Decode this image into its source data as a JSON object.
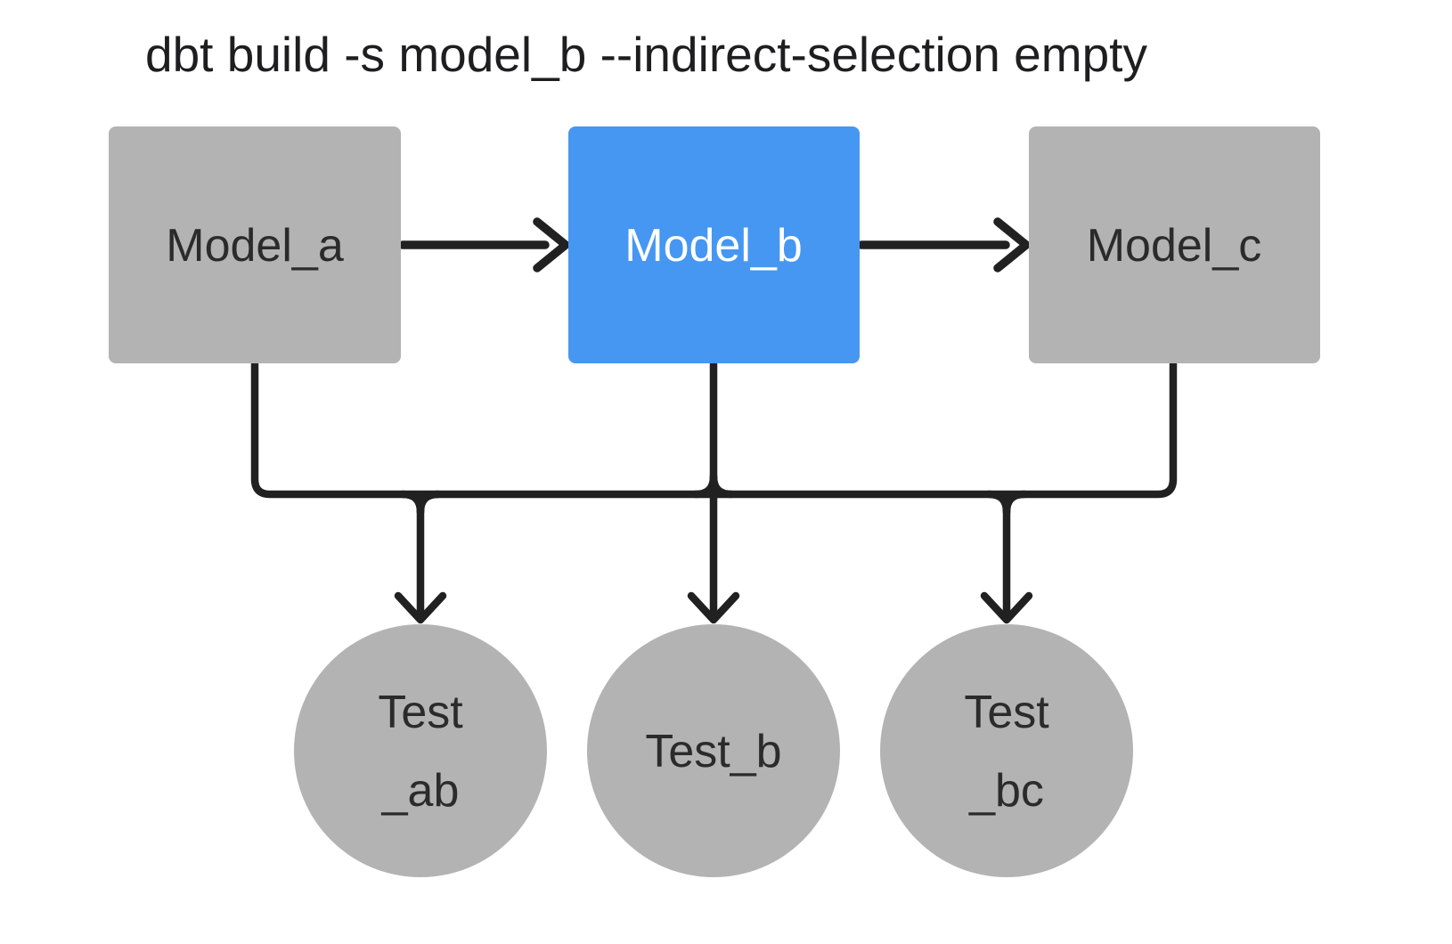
{
  "title": "dbt build -s model_b --indirect-selection empty",
  "colors": {
    "background": "#ffffff",
    "node_selected": "#4697f2",
    "node_unselected": "#b3b3b3",
    "edge": "#212121",
    "label_dark": "#2b2b2b",
    "label_light": "#ffffff",
    "title_text": "#1e1e20"
  },
  "nodes": [
    {
      "id": "model_a",
      "label": "Model_a",
      "shape": "rect",
      "type": "model",
      "state": "unselected"
    },
    {
      "id": "model_b",
      "label": "Model_b",
      "shape": "rect",
      "type": "model",
      "state": "selected"
    },
    {
      "id": "model_c",
      "label": "Model_c",
      "shape": "rect",
      "type": "model",
      "state": "unselected"
    },
    {
      "id": "test_ab",
      "label": "Test _ab",
      "label_lines": [
        "Test",
        "_ab"
      ],
      "shape": "circle",
      "type": "test",
      "state": "unselected"
    },
    {
      "id": "test_b",
      "label": "Test_b",
      "label_lines": [
        "Test_b"
      ],
      "shape": "circle",
      "type": "test",
      "state": "unselected"
    },
    {
      "id": "test_bc",
      "label": "Test _bc",
      "label_lines": [
        "Test",
        "_bc"
      ],
      "shape": "circle",
      "type": "test",
      "state": "unselected"
    }
  ],
  "edges": [
    {
      "from": "model_a",
      "to": "model_b"
    },
    {
      "from": "model_b",
      "to": "model_c"
    },
    {
      "from": "model_a",
      "to": "test_ab"
    },
    {
      "from": "model_b",
      "to": "test_ab"
    },
    {
      "from": "model_b",
      "to": "test_b"
    },
    {
      "from": "model_b",
      "to": "test_bc"
    },
    {
      "from": "model_c",
      "to": "test_bc"
    }
  ]
}
